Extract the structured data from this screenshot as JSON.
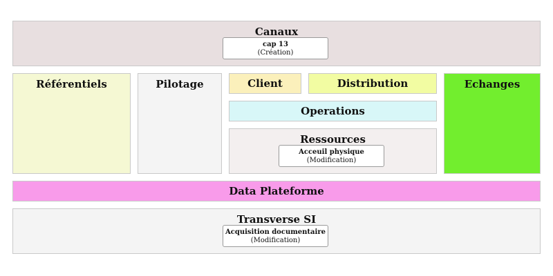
{
  "canaux": {
    "title": "Canaux",
    "color": "#e8dfe0",
    "card": {
      "title": "cap 13",
      "status": "(Création)"
    }
  },
  "referentiels": {
    "title": "Référentiels",
    "color": "#f5f8d3"
  },
  "pilotage": {
    "title": "Pilotage",
    "color": "#f4f4f4"
  },
  "client": {
    "title": "Client",
    "color": "#fbf0bb"
  },
  "distribution": {
    "title": "Distribution",
    "color": "#f2fca2"
  },
  "operations": {
    "title": "Operations",
    "color": "#d8f7f8"
  },
  "ressources": {
    "title": "Ressources",
    "color": "#f3efef",
    "card": {
      "title": "Acceuil physique",
      "status": "(Modification)"
    }
  },
  "echanges": {
    "title": "Echanges",
    "color": "#72ee2e"
  },
  "data_plateforme": {
    "title": "Data Plateforme",
    "color": "#f89bea"
  },
  "transverse_si": {
    "title": "Transverse SI",
    "color": "#f4f4f4",
    "card": {
      "title": "Acquisition documentaire",
      "status": "(Modification)"
    }
  }
}
